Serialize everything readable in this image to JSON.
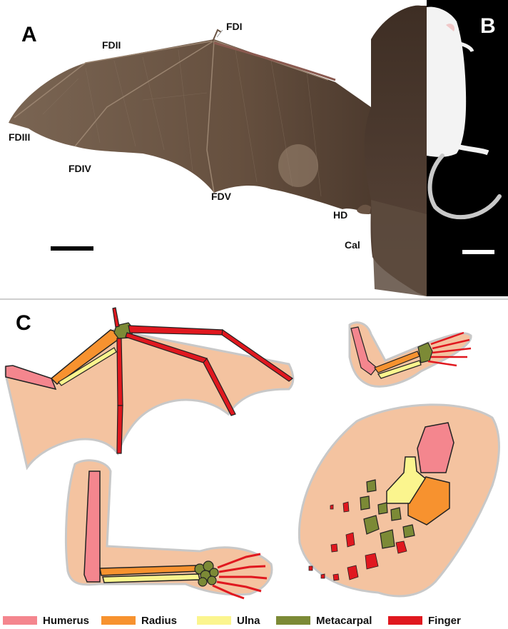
{
  "panels": {
    "a": {
      "letter": "A",
      "labels": [
        "FDI",
        "FDII",
        "FDIII",
        "FDIV",
        "FDV",
        "HD",
        "Cal"
      ]
    },
    "b": {
      "letter": "B"
    },
    "c": {
      "letter": "C"
    }
  },
  "legend": [
    {
      "label": "Humerus",
      "color": "#f4868e"
    },
    {
      "label": "Radius",
      "color": "#f7922f"
    },
    {
      "label": "Ulna",
      "color": "#fbf58e"
    },
    {
      "label": "Metacarpal",
      "color": "#7c8a36"
    },
    {
      "label": "Finger",
      "color": "#e0181f"
    }
  ],
  "colors": {
    "skin": "#f4c3a0",
    "bat_membrane": "#6e5a48",
    "background_b": "#000000"
  }
}
